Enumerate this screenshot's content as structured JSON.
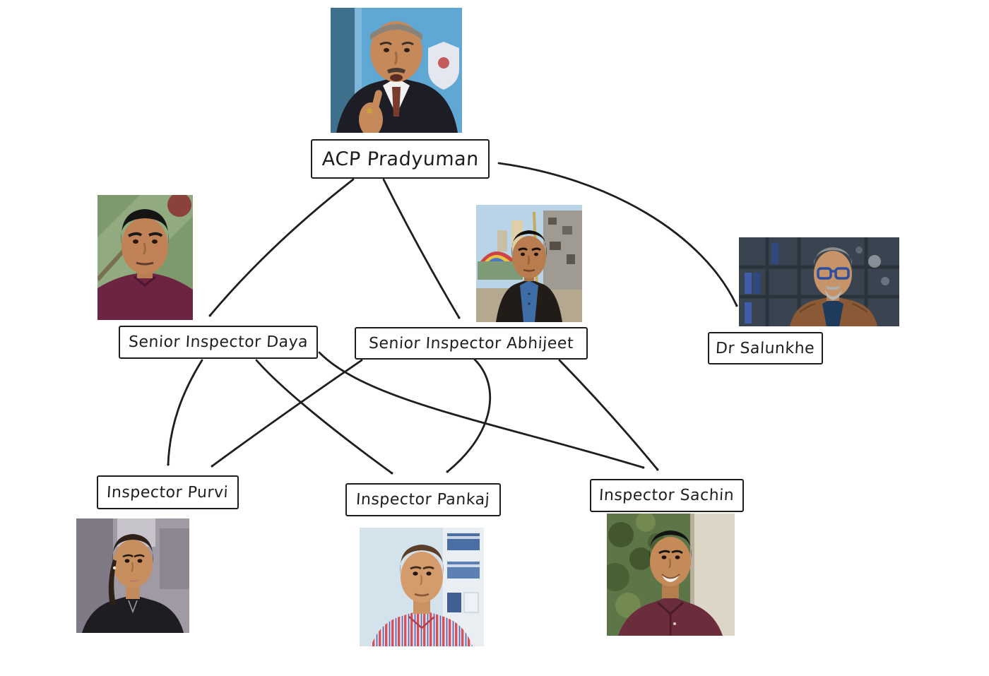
{
  "diagram": {
    "ink_color": "#1e1e1e",
    "background_color": "#ffffff",
    "nodes": [
      {
        "id": "acp-pradyuman",
        "label": "ACP Pradyuman"
      },
      {
        "id": "daya",
        "label": "Senior Inspector Daya"
      },
      {
        "id": "abhijeet",
        "label": "Senior Inspector Abhijeet"
      },
      {
        "id": "salunkhe",
        "label": "Dr Salunkhe"
      },
      {
        "id": "purvi",
        "label": "Inspector Purvi"
      },
      {
        "id": "pankaj",
        "label": "Inspector Pankaj"
      },
      {
        "id": "sachin",
        "label": "Inspector Sachin"
      }
    ],
    "edges": [
      {
        "from": "acp-pradyuman",
        "to": "daya"
      },
      {
        "from": "acp-pradyuman",
        "to": "abhijeet"
      },
      {
        "from": "acp-pradyuman",
        "to": "salunkhe"
      },
      {
        "from": "daya",
        "to": "purvi"
      },
      {
        "from": "daya",
        "to": "pankaj"
      },
      {
        "from": "daya",
        "to": "sachin"
      },
      {
        "from": "abhijeet",
        "to": "purvi"
      },
      {
        "from": "abhijeet",
        "to": "pankaj"
      },
      {
        "from": "abhijeet",
        "to": "sachin"
      }
    ]
  }
}
